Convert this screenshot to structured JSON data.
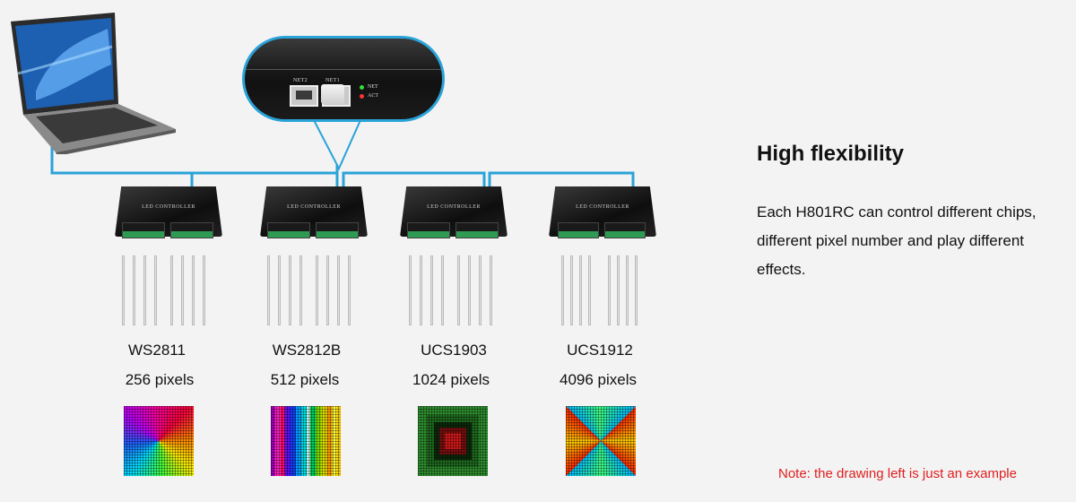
{
  "zoom_panel": {
    "port1_label": "NET2",
    "port2_label": "NET1",
    "led1_label": "NET",
    "led2_label": "ACT"
  },
  "controllers": [
    {
      "title": "LED CONTROLLER",
      "chip": "WS2811",
      "pixels": "256 pixels",
      "pattern": "swirl"
    },
    {
      "title": "LED CONTROLLER",
      "chip": "WS2812B",
      "pixels": "512 pixels",
      "pattern": "vertical-bars"
    },
    {
      "title": "LED CONTROLLER",
      "chip": "UCS1903",
      "pixels": "1024 pixels",
      "pattern": "concentric-squares"
    },
    {
      "title": "LED CONTROLLER",
      "chip": "UCS1912",
      "pixels": "4096 pixels",
      "pattern": "x-gradient"
    }
  ],
  "right_panel": {
    "heading": "High flexibility",
    "description": "Each H801RC can control different chips, different pixel number and play different effects.",
    "note": "Note: the drawing left is just an example"
  },
  "colors": {
    "wire": "#2aa3d8",
    "note_text": "#e01e1e"
  },
  "icons": [
    "laptop-icon",
    "ethernet-port-icon",
    "led-controller-icon"
  ]
}
